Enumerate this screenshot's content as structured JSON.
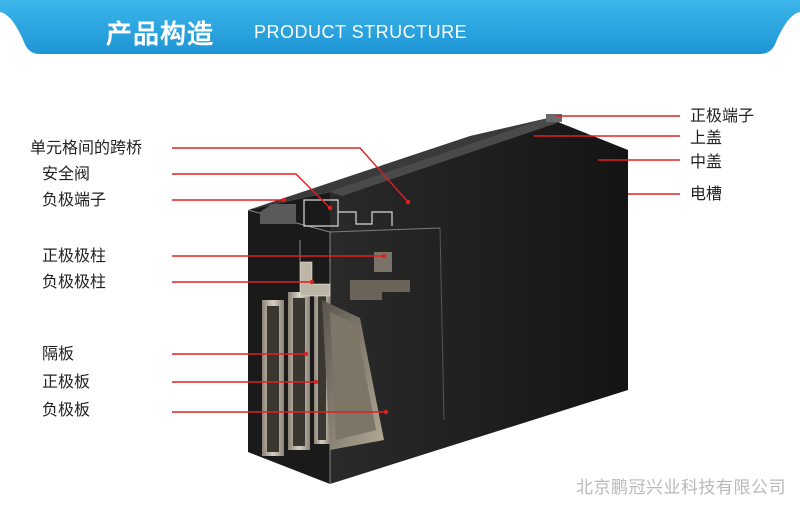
{
  "header": {
    "title_cn": "产品构造",
    "title_en": "PRODUCT STRUCTURE"
  },
  "labels_left": [
    "单元格间的跨桥",
    "安全阀",
    "负极端子",
    "正极极柱",
    "负极极柱",
    "隔板",
    "正极板",
    "负极板"
  ],
  "labels_right": [
    "正极端子",
    "上盖",
    "中盖",
    "电槽"
  ],
  "footer": {
    "company": "北京鹏冠兴业科技有限公司"
  },
  "colors": {
    "banner": "#2fa8e0",
    "leader_line": "#e02020",
    "battery_body": "#1e1e1e"
  }
}
